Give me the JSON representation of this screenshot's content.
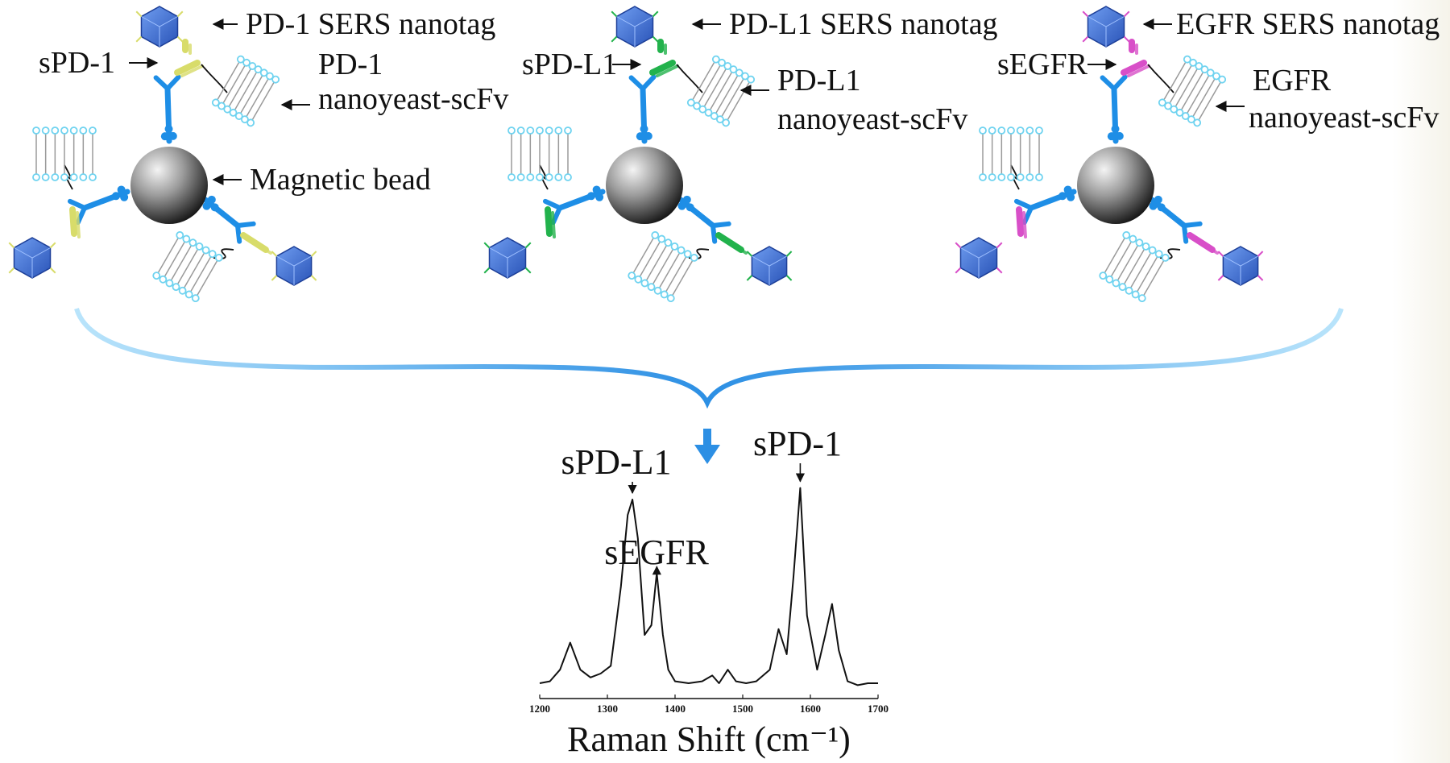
{
  "panels": [
    {
      "id": "pd1",
      "tag_label": "PD-1 SERS nanotag",
      "soluble_label": "sPD-1",
      "yeast_label_1": "PD-1",
      "yeast_label_2": "nanoyeast-scFv",
      "bead_label": "Magnetic bead",
      "protein_color": "#d8dc6a"
    },
    {
      "id": "pdl1",
      "tag_label": "PD-L1 SERS nanotag",
      "soluble_label": "sPD-L1",
      "yeast_label_1": "PD-L1",
      "yeast_label_2": "nanoyeast-scFv",
      "protein_color": "#22b24c"
    },
    {
      "id": "egfr",
      "tag_label": "EGFR SERS nanotag",
      "soluble_label": "sEGFR",
      "yeast_label_1": "EGFR",
      "yeast_label_2": "nanoyeast-scFv",
      "protein_color": "#d84fc8"
    }
  ],
  "colors": {
    "antibody": "#1e8ee6",
    "nanotag": "#3a6fd6",
    "membrane": "#6fd3f0",
    "brace": "#3aa8f0",
    "bead_dark": "#1a1a1a",
    "bead_light": "#e8e8e8"
  },
  "chart_data": {
    "type": "line",
    "xlabel": "Raman Shift (cm⁻¹)",
    "ylabel": "",
    "xlim": [
      1200,
      1700
    ],
    "xticks": [
      1200,
      1300,
      1400,
      1500,
      1600,
      1700
    ],
    "x": [
      1200,
      1215,
      1230,
      1245,
      1260,
      1275,
      1290,
      1305,
      1320,
      1330,
      1337,
      1345,
      1355,
      1365,
      1373,
      1382,
      1390,
      1400,
      1420,
      1440,
      1455,
      1465,
      1478,
      1490,
      1505,
      1520,
      1540,
      1553,
      1565,
      1575,
      1585,
      1595,
      1610,
      1622,
      1632,
      1642,
      1655,
      1670,
      1685,
      1700
    ],
    "y": [
      0.05,
      0.06,
      0.12,
      0.26,
      0.12,
      0.08,
      0.1,
      0.14,
      0.55,
      0.92,
      1.0,
      0.8,
      0.3,
      0.35,
      0.62,
      0.3,
      0.12,
      0.06,
      0.05,
      0.06,
      0.09,
      0.05,
      0.12,
      0.06,
      0.05,
      0.06,
      0.12,
      0.33,
      0.2,
      0.6,
      1.06,
      0.4,
      0.12,
      0.3,
      0.46,
      0.22,
      0.06,
      0.04,
      0.05,
      0.05
    ],
    "annotations": [
      {
        "label": "sPD-L1",
        "x": 1337
      },
      {
        "label": "sEGFR",
        "x": 1373
      },
      {
        "label": "sPD-1",
        "x": 1585
      }
    ]
  }
}
